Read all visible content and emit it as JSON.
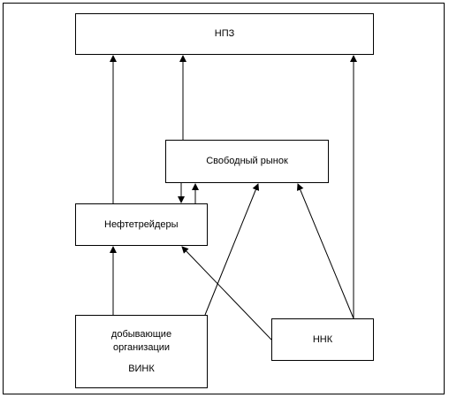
{
  "nodes": {
    "npz": "НПЗ",
    "market": "Свободный рынок",
    "traders": "Нефтетрейдеры",
    "vink_line1": "добывающие",
    "vink_line2": "организации",
    "vink_line3": "ВИНК",
    "nnk": "ННК"
  },
  "edges": [
    {
      "from": "traders",
      "to": "npz"
    },
    {
      "from": "market",
      "to": "npz"
    },
    {
      "from": "nnk",
      "to": "npz"
    },
    {
      "from": "market",
      "to": "traders"
    },
    {
      "from": "traders",
      "to": "market"
    },
    {
      "from": "vink",
      "to": "traders"
    },
    {
      "from": "vink",
      "to": "market"
    },
    {
      "from": "nnk",
      "to": "market"
    },
    {
      "from": "nnk",
      "to": "traders"
    }
  ]
}
